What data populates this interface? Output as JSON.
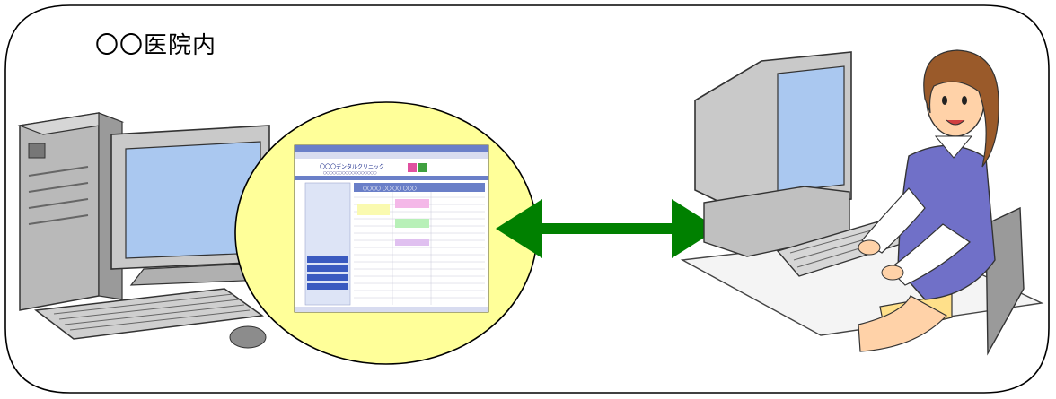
{
  "location_label": "〇〇医院内",
  "screen": {
    "clinic_name": "〇〇〇デンタルクリニック",
    "subtitle": "〇〇〇〇〇〇〇〇〇〇〇〇〇〇〇〇〇",
    "date_bar": "〇〇〇〇 〇〇 〇〇 〇〇〇"
  },
  "colors": {
    "frame": "#000000",
    "bubble_fill": "#ffff99",
    "arrow": "#008000",
    "screen_blue": "#aac8f0",
    "browser_header": "#a8b8e8",
    "suit": "#7070c8"
  },
  "icons": [
    "desktop-computer-icon",
    "double-arrow-icon",
    "receptionist-icon"
  ]
}
